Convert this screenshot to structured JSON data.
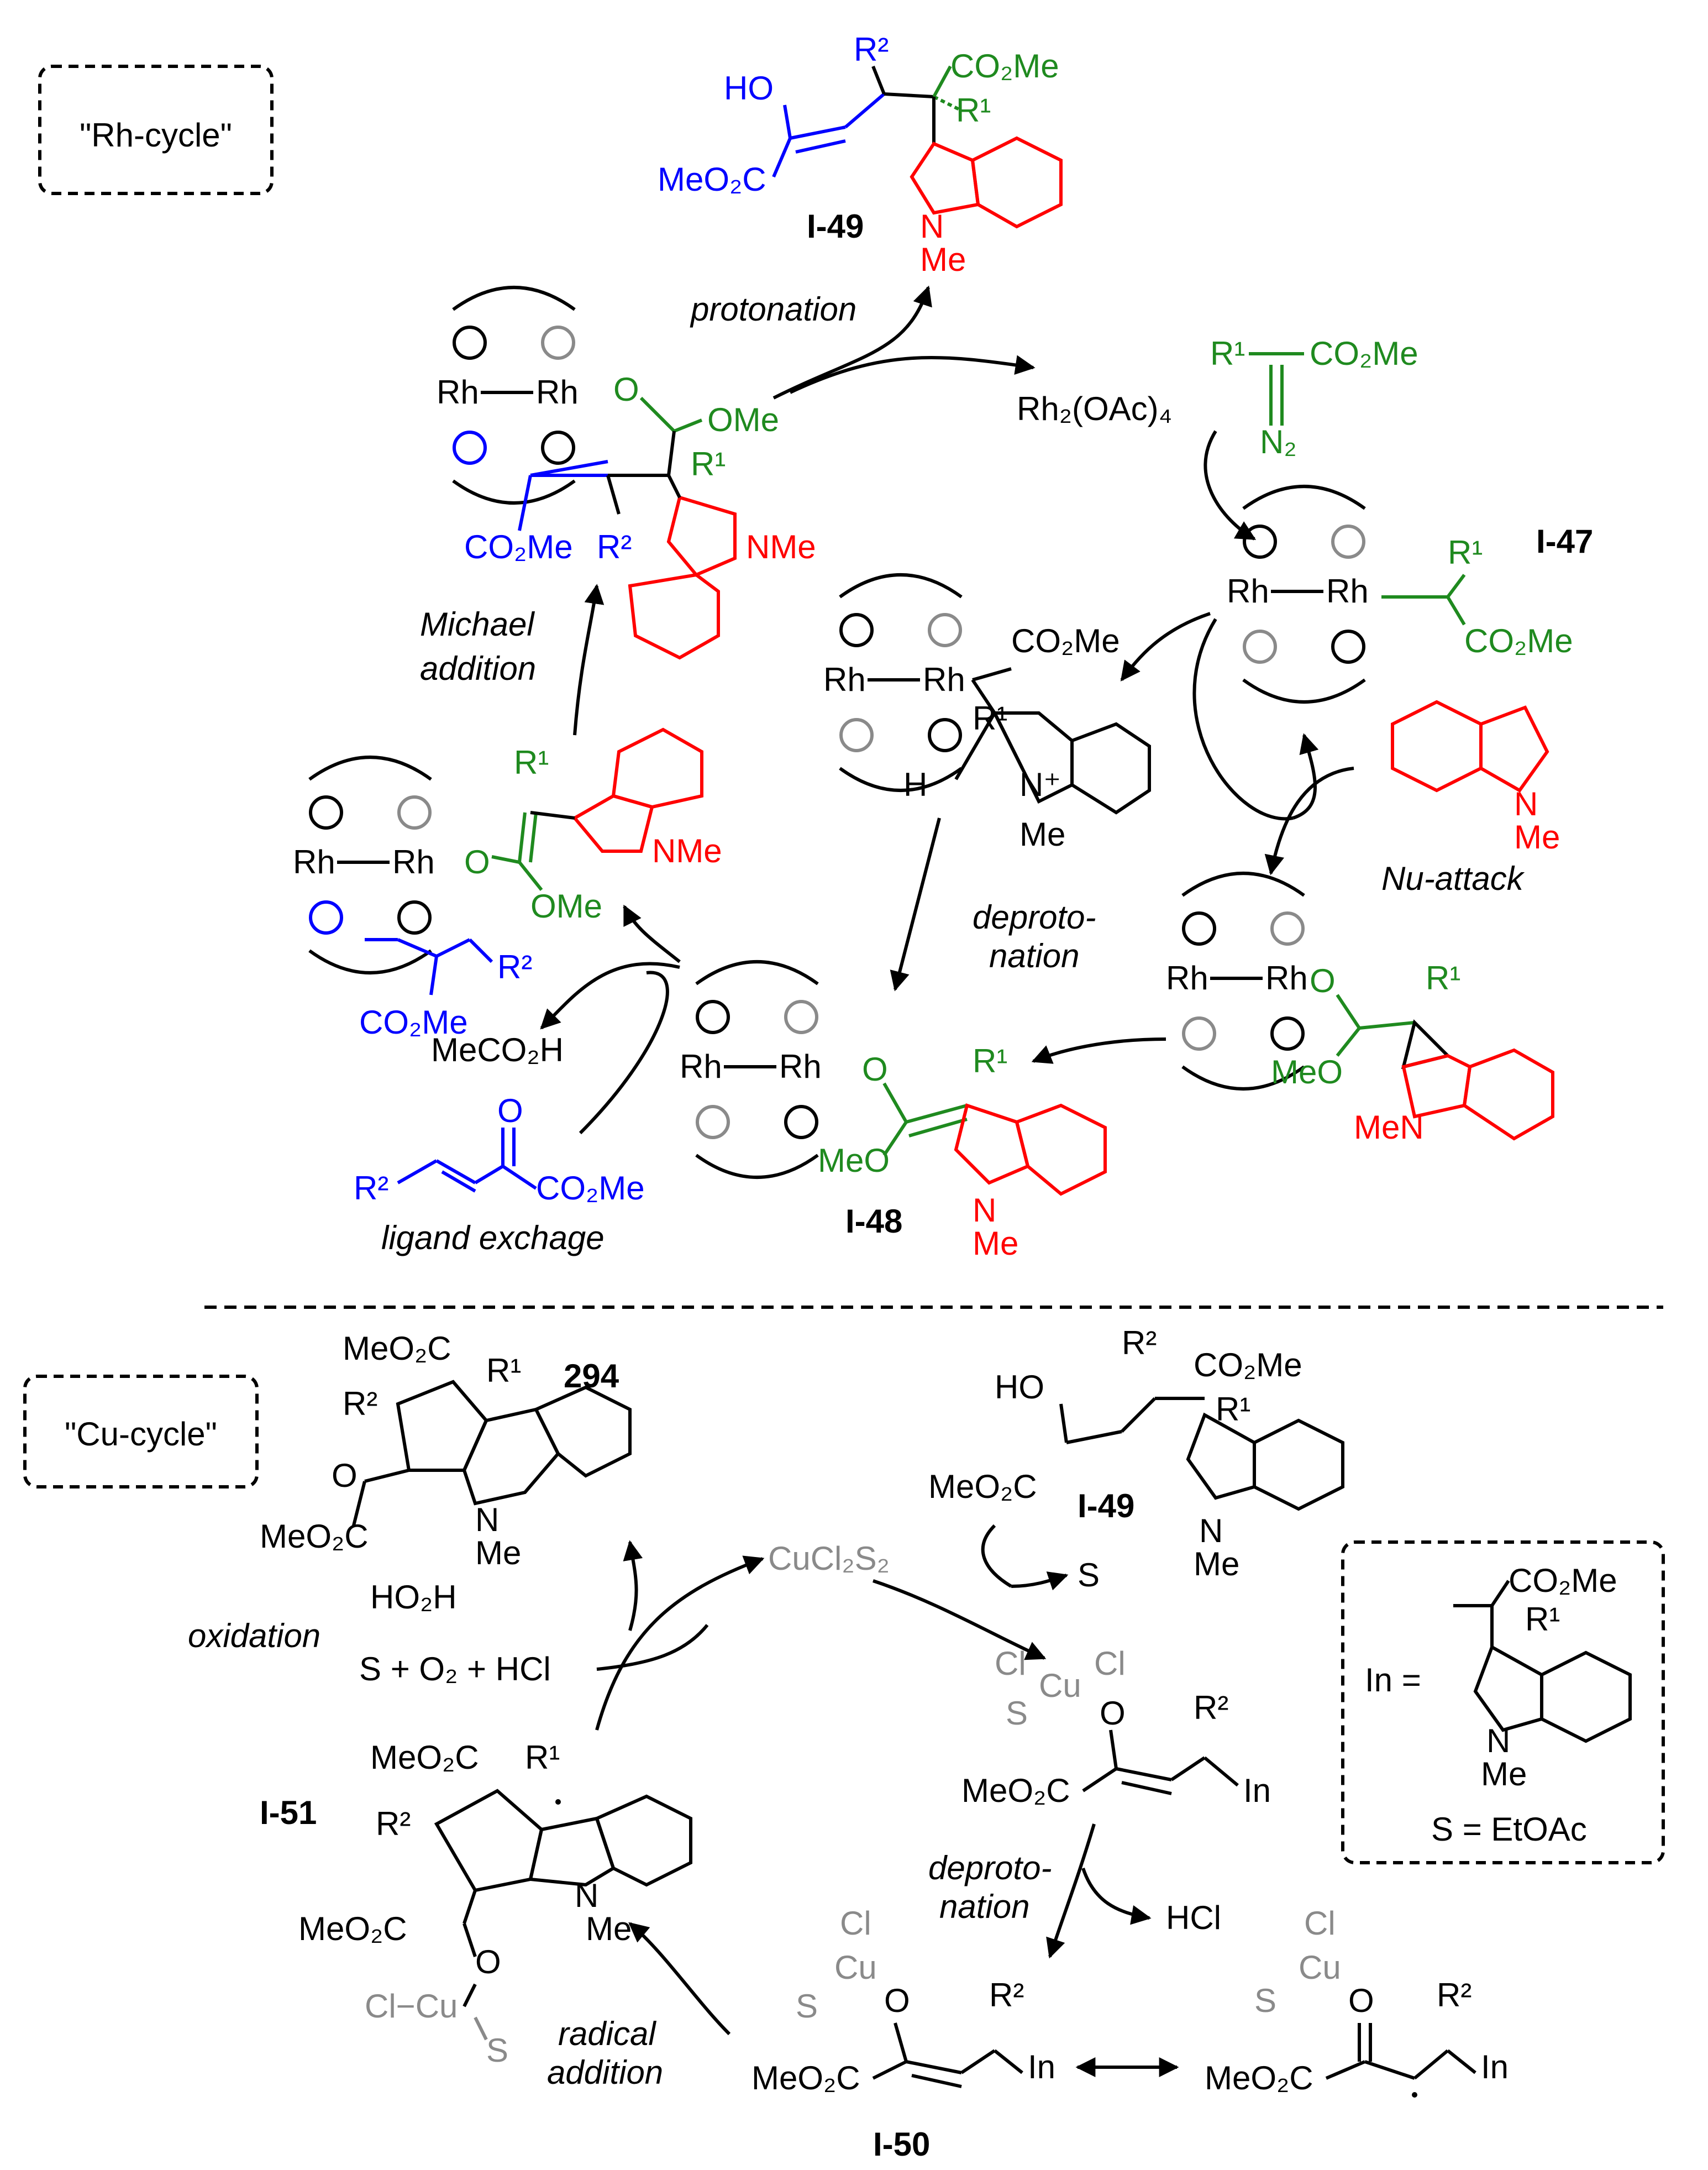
{
  "colors": {
    "black": "#000000",
    "grey": "#8a8a8a",
    "red": "#ff0000",
    "green": "#1f8a1f",
    "blue": "#0000ff"
  },
  "rh_cycle": {
    "box_label": "\"Rh-cycle\"",
    "compound_labels": {
      "I47": "I-47",
      "I48": "I-48",
      "I49": "I-49"
    },
    "steps": {
      "protonation": "protonation",
      "michael_1": "Michael",
      "michael_2": "addition",
      "deproto_1": "deproto-",
      "deproto_2": "nation",
      "nu_attack": "Nu-attack",
      "ligand_exchange": "ligand exchage"
    },
    "reagents": {
      "catalyst": "Rh₂(OAc)₄",
      "diazo_r1": "R¹",
      "diazo_ester": "CO₂Me",
      "diazo_n2": "N₂",
      "indole_n": "N",
      "indole_me": "Me",
      "byproduct": "MeCO₂H",
      "enone_r2": "R²",
      "enone_o": "O",
      "enone_ester": "CO₂Me"
    },
    "atoms": {
      "rh": "Rh",
      "o": "O",
      "ho": "HO",
      "meo2c": "MeO₂C",
      "co2me": "CO₂Me",
      "r1": "R¹",
      "r2": "R²",
      "ome": "OMe",
      "meo": "MeO",
      "nme": "NMe",
      "men": "MeN",
      "n": "N",
      "n_plus": "N⁺",
      "me": "Me",
      "h": "H"
    }
  },
  "cu_cycle": {
    "box_label": "\"Cu-cycle\"",
    "compound_labels": {
      "c294": "294",
      "I49": "I-49",
      "I50": "I-50",
      "I51": "I-51"
    },
    "steps": {
      "oxidation": "oxidation",
      "oxidant": "S + O₂ + HCl",
      "water": "HO₂H",
      "deproto_1": "deproto-",
      "deproto_2": "nation",
      "radical_1": "radical",
      "radical_2": "addition"
    },
    "reagents": {
      "catalyst": "CuCl₂S₂",
      "s": "S",
      "hcl": "HCl"
    },
    "atoms": {
      "cl": "Cl",
      "cu": "Cu",
      "s": "S",
      "o": "O",
      "ho": "HO",
      "meo2c": "MeO₂C",
      "co2me": "CO₂Me",
      "r1": "R¹",
      "r2": "R²",
      "in": "In",
      "n": "N",
      "me": "Me",
      "cl_cu": "Cl−Cu"
    },
    "legend": {
      "in_eq": "In =",
      "s_eq": "S = EtOAc",
      "co2me": "CO₂Me",
      "r1": "R¹",
      "n": "N",
      "me": "Me"
    }
  }
}
